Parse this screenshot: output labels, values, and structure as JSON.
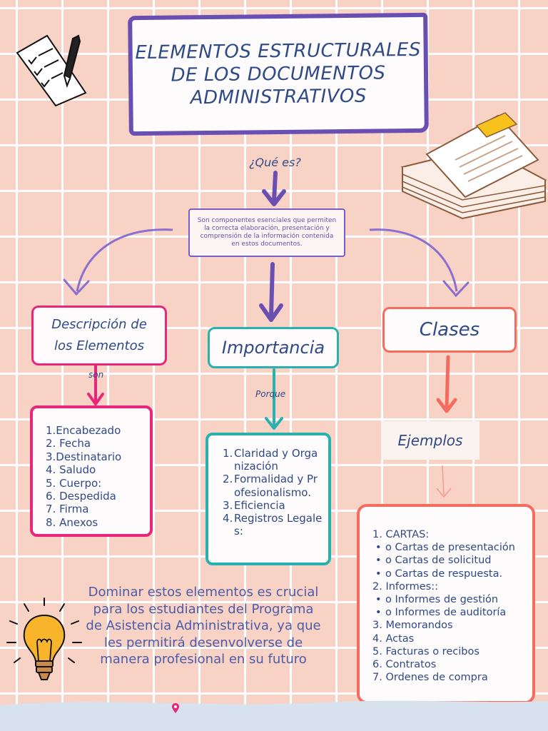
{
  "title": "ELEMENTOS ESTRUCTURALES DE LOS DOCUMENTOS ADMINISTRATIVOS",
  "question": "¿Qué es?",
  "definition": "Son componentes esenciales que permiten la correcta elaboración, presentación y comprensión de la información contenida en estos documentos.",
  "branches": {
    "description": {
      "label_line1": "Descripción de",
      "label_line2": "los Elementos",
      "connector": "son",
      "items": [
        "1.Encabezado",
        "2. Fecha",
        "3.Destinatario",
        "4. Saludo",
        "5. Cuerpo:",
        "6. Despedida",
        "7. Firma",
        "8. Anexos"
      ]
    },
    "importance": {
      "label": "Importancia",
      "connector": "Porque",
      "items": [
        {
          "n": "1.",
          "text": "Claridad y Organización"
        },
        {
          "n": "2.",
          "text": "Formalidad y Profesionalismo."
        },
        {
          "n": "3.",
          "text": "Eficiencia"
        },
        {
          "n": "4.",
          "text": "Registros Legales:"
        }
      ]
    },
    "classes": {
      "label": "Clases",
      "examples_label": "Ejemplos",
      "items": [
        {
          "type": "num",
          "text": "1. CARTAS:"
        },
        {
          "type": "sub",
          "text": "o Cartas de presentación"
        },
        {
          "type": "sub",
          "text": "o Cartas de solicitud"
        },
        {
          "type": "sub",
          "text": "o Cartas de respuesta."
        },
        {
          "type": "num",
          "text": "2. Informes::"
        },
        {
          "type": "sub",
          "text": "o Informes de gestión"
        },
        {
          "type": "sub",
          "text": "o Informes de auditoría"
        },
        {
          "type": "num",
          "text": "3. Memorandos"
        },
        {
          "type": "num",
          "text": "4. Actas"
        },
        {
          "type": "num",
          "text": "5. Facturas o recibos"
        },
        {
          "type": "num",
          "text": "6. Contratos"
        },
        {
          "type": "num",
          "text": "7. Ordenes de compra"
        }
      ]
    }
  },
  "conclusion": "Dominar estos elementos es crucial para los estudiantes del Programa de Asistencia Administrativa, ya que les permitirá desenvolverse de manera profesional en su futuro",
  "icons": [
    "checklist-icon",
    "document-stack-icon",
    "lightbulb-icon",
    "location-pin-icon"
  ],
  "colors": {
    "background": "#f9d2c6",
    "title_border": "#6a4fb3",
    "description": "#e8267a",
    "importance": "#2ab0ad",
    "classes": "#f36c5f",
    "text": "#2f4a86"
  }
}
